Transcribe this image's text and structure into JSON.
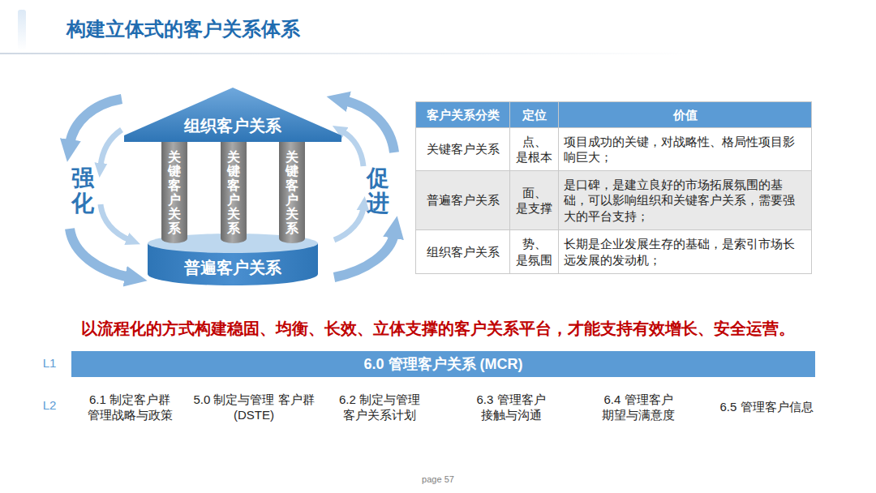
{
  "diagram": {
    "title": "构建立体式的客户关系体系",
    "nodes": [
      {
        "text": [
          "组织客户关系"
        ]
      },
      {
        "text": [
          "关键客户关系"
        ]
      },
      {
        "text": [
          "关键客户关系"
        ]
      },
      {
        "text": [
          "关键客户关系"
        ]
      },
      {
        "text": [
          "普遍客户关系"
        ]
      },
      {
        "text": [
          "6.0 管理客户关系 (MCR)"
        ]
      }
    ],
    "labels": [
      "强化",
      "促进",
      "客户关系分类",
      "定位",
      "价值",
      "关键客户关系",
      "点、 是根本",
      "项目成功的关键，对战略性、格局性项目影响巨大；",
      "普遍客户关系",
      "面、 是支撑",
      "是口碑，是建立良好的市场拓展氛围的基础，可以影响组织和关键客户关系，需要强大的平台支持；",
      "组织客户关系",
      "势、 是氛围",
      "长期是企业发展生存的基础，是索引市场长远发展的发动机；",
      "以流程化的方式构建稳固、均衡、长效、立体支撑的客户关系平台，才能支持有效增长、安全运营。",
      "L1",
      "L2",
      "6.1 制定客户群 管理战略与政策",
      "5.0 制定与管理 客户群(DSTE)",
      "6.2 制定与管理 客户关系计划",
      "6.3 管理客户 接触与沟通",
      "6.4 管理客户 期望与满意度",
      "6.5 管理客户信息",
      "page 57"
    ]
  }
}
